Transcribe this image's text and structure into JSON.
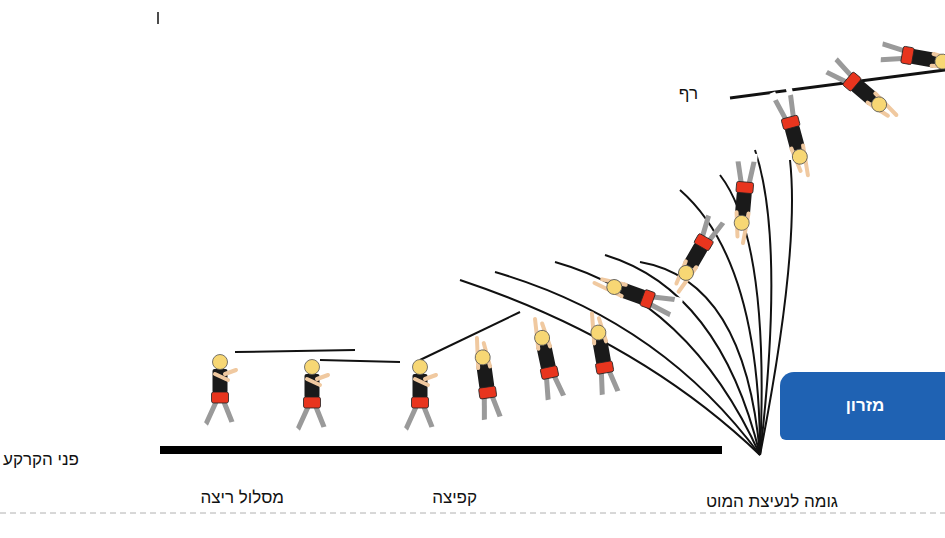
{
  "diagram": {
    "nodes": [
      {
        "text": [
          "מזרון"
        ]
      }
    ],
    "labels": [
      "רף",
      "פני הקרקע",
      "מסלול ריצה",
      "קפיצה",
      "גומה לנעיצת המוט"
    ]
  }
}
